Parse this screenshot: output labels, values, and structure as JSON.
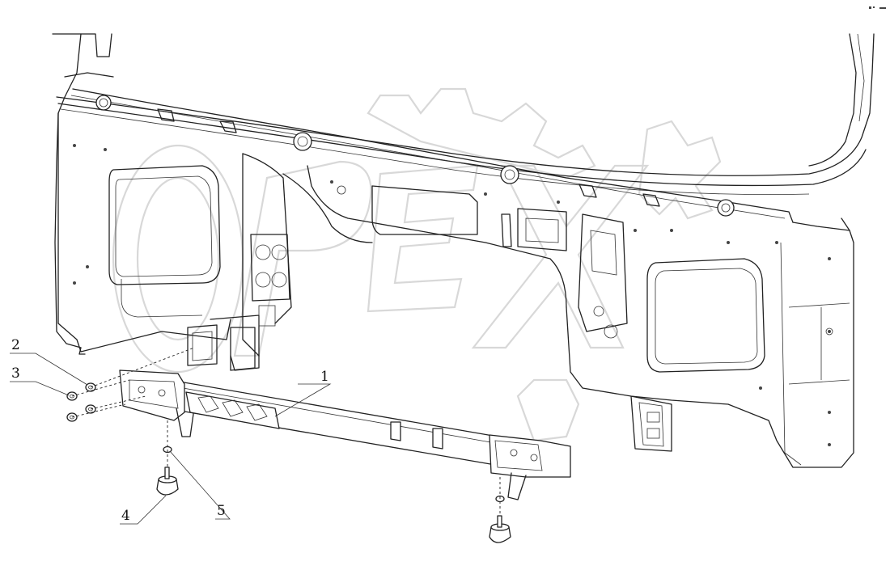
{
  "diagram": {
    "callouts": [
      {
        "id": "1",
        "label": "1"
      },
      {
        "id": "2",
        "label": "2"
      },
      {
        "id": "3",
        "label": "3"
      },
      {
        "id": "4",
        "label": "4"
      },
      {
        "id": "5",
        "label": "5"
      }
    ],
    "watermark_text": "OPEX"
  }
}
